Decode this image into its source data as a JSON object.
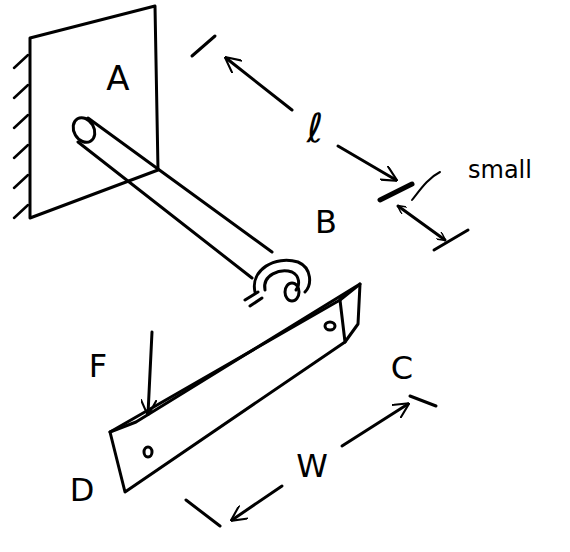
{
  "diagram": {
    "labels": [
      "A",
      "ℓ",
      "small",
      "B",
      "F",
      "C",
      "W",
      "D"
    ]
  }
}
